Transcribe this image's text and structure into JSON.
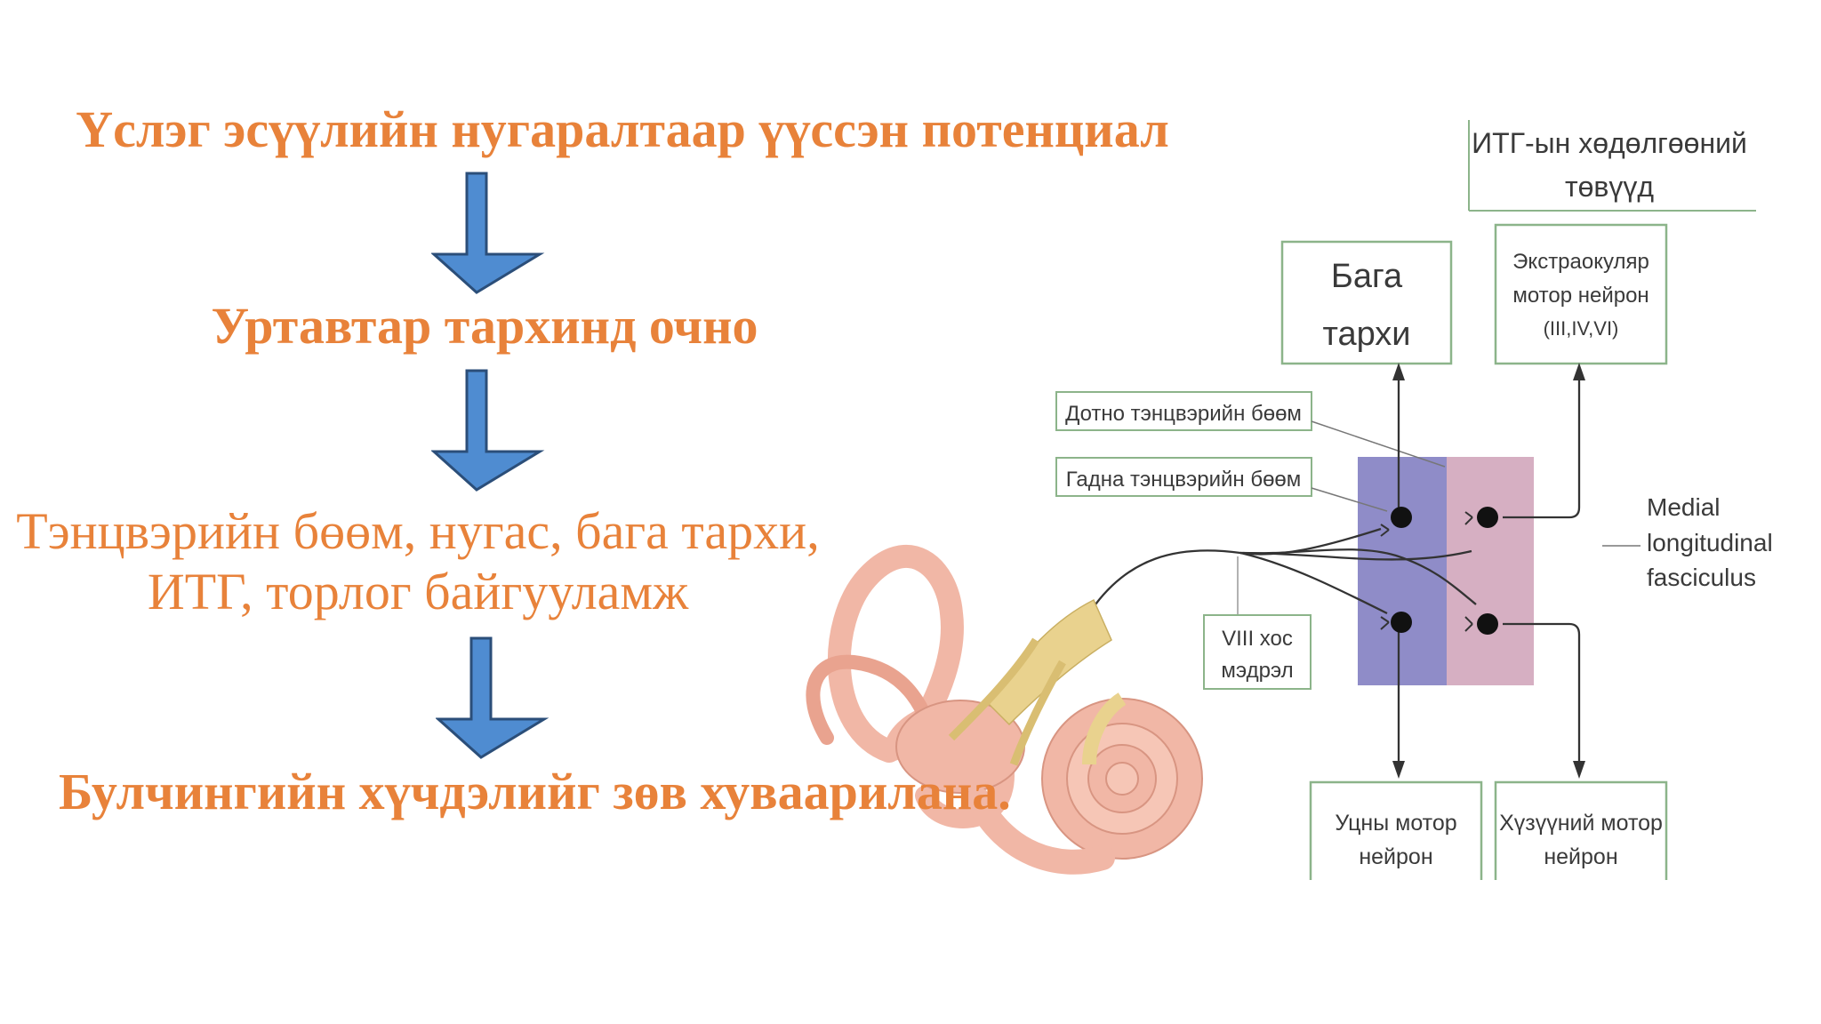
{
  "flow": {
    "step1": "Үслэг эсүүлийн нугаралтаар үүссэн потенциал",
    "step2": "Уртавтар тархинд очно",
    "step3_line1": "Тэнцвэрийн бөөм, нугас, бага тархи,",
    "step3_line2": "ИТГ, торлог байгууламж",
    "step4": "Булчингийн хүчдэлийг зөв хуваарилана."
  },
  "diagram": {
    "header_line1": "ИТГ-ын хөдөлгөөний",
    "header_line2": "төвүүд",
    "cerebellum_line1": "Бага",
    "cerebellum_line2": "тархи",
    "extraocular_line1": "Экстраокуляр",
    "extraocular_line2": "мотор нейрон",
    "extraocular_line3": "(III,IV,VI)",
    "medial_nucleus": "Дотно тэнцвэрийн бөөм",
    "lateral_nucleus": "Гадна тэнцвэрийн бөөм",
    "nerve_line1": "VIII хос",
    "nerve_line2": "мэдрэл",
    "mlf_line1": "Medial",
    "mlf_line2": "longitudinal",
    "mlf_line3": "fasciculus",
    "spinal_line1": "Уцны мотор",
    "spinal_line2": "нейрон",
    "neck_line1": "Хүзүүний  мотор",
    "neck_line2": "нейрон"
  },
  "colors": {
    "text_orange": "#E8823A",
    "arrow_fill": "#4F8CD1",
    "arrow_stroke": "#2B4E79",
    "medial_nucleus_fill": "#8F8CC8",
    "lateral_nucleus_fill": "#D6AFC2",
    "box_border": "#8CB48A",
    "ear_fill": "#F1B7A6",
    "nerve_fill": "#E9D28E"
  },
  "icons": [
    "down-arrow-icon",
    "inner-ear-illustration"
  ]
}
